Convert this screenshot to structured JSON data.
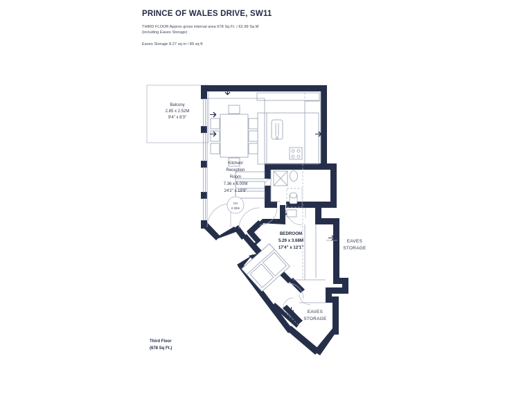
{
  "document": {
    "title": "PRINCE OF WALES DRIVE, SW11",
    "area_note_line1": "THIRD FLOOR Approx gross internal area 678 Sq Ft. / 62.99 Sq M",
    "area_note_line2": "(including Eaves Storage)",
    "eaves_note": "Eaves Storage 8.27 sq m / 89 sq ft"
  },
  "rooms": {
    "balcony": {
      "name": "Balcony",
      "metric": "2.85 x 2.52M",
      "imperial": "9'4\" x 8'3\""
    },
    "kitchen_reception": {
      "name_line1": "Kitchen/",
      "name_line2": "Reception",
      "name_line3": "Room",
      "metric": "7.36 x 6.00M",
      "imperial": "24'2\" x 19'8\""
    },
    "bedroom": {
      "name": "BEDROOM",
      "metric": "5.29 x 3.68M",
      "imperial": "17'4\" x 12'1\""
    },
    "eaves_storage_right": {
      "line1": "EAVES",
      "line2": "STORAGE"
    },
    "eaves_storage_lower": {
      "line1": "EAVES",
      "line2": "STORAGE"
    }
  },
  "ceiling_height": {
    "label": "CH",
    "value": "2.28m"
  },
  "footer": {
    "floor_label": "Third Floor",
    "area_label": "(678 Sq Ft.)"
  },
  "colors": {
    "wall": "#262f4a",
    "text": "#2f3850",
    "thin_line": "#96a0b5",
    "background": "#ffffff"
  }
}
